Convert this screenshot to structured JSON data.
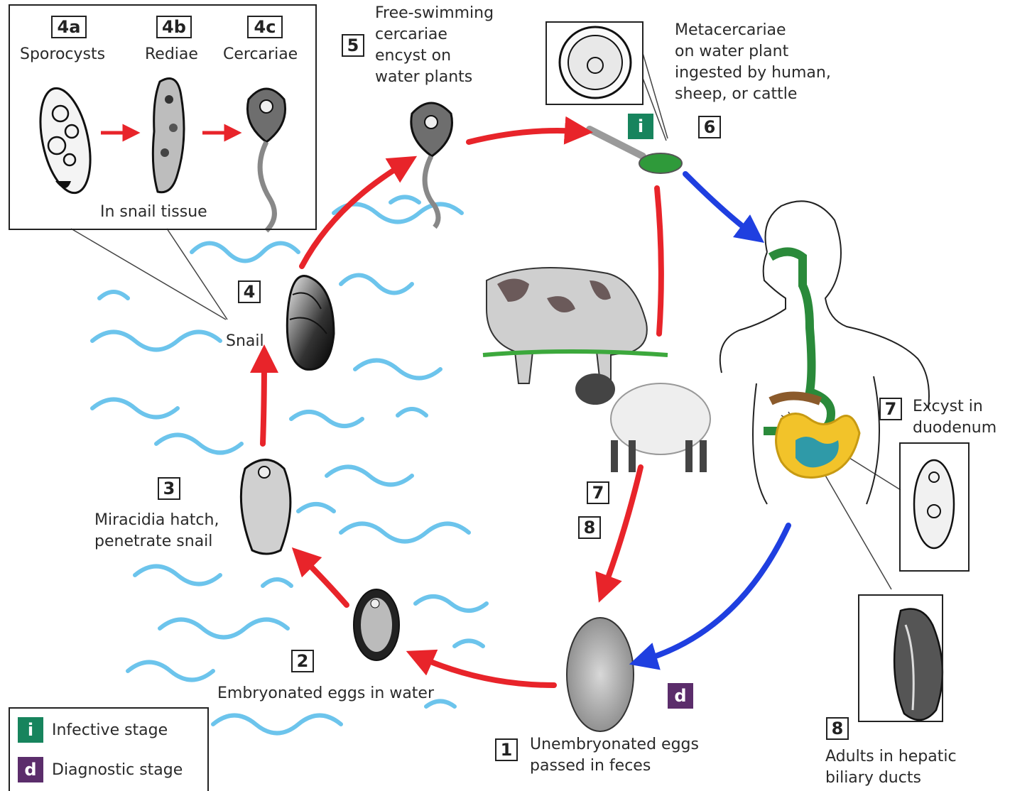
{
  "stages": {
    "s4a": {
      "number": "4a",
      "label": "Sporocysts"
    },
    "s4b": {
      "number": "4b",
      "label": "Rediae"
    },
    "s4c": {
      "number": "4c",
      "label": "Cercariae"
    },
    "snail_tissue": "In snail tissue",
    "s5": {
      "number": "5",
      "label_lines": [
        "Free-swimming",
        "cercariae",
        "encyst on",
        "water plants"
      ]
    },
    "s6": {
      "number": "6",
      "label_lines": [
        "Metacercariae",
        "on water plant",
        "ingested by human,",
        "sheep, or cattle"
      ]
    },
    "s4": {
      "number": "4",
      "label": "Snail"
    },
    "s3": {
      "number": "3",
      "label_lines": [
        "Miracidia hatch,",
        "penetrate snail"
      ]
    },
    "s2": {
      "number": "2",
      "label": "Embryonated eggs in water"
    },
    "s1": {
      "number": "1",
      "label_lines": [
        "Unembryonated eggs",
        "passed in feces"
      ]
    },
    "s7": {
      "number": "7",
      "label_lines": [
        "Excyst in",
        "duodenum"
      ]
    },
    "s8": {
      "number": "8",
      "label_lines": [
        "Adults in hepatic",
        "biliary ducts"
      ]
    },
    "animal_7": "7",
    "animal_8": "8"
  },
  "badges": {
    "infective": "i",
    "diagnostic": "d"
  },
  "legend": [
    {
      "letter": "i",
      "label": "Infective stage",
      "color": "#17845d"
    },
    {
      "letter": "d",
      "label": "Diagnostic stage",
      "color": "#5b2d6b"
    }
  ],
  "colors": {
    "red_arrow": "#e8242a",
    "blue_arrow": "#1f3fe0",
    "water": "#6cc4ec",
    "infective": "#17845d",
    "diagnostic": "#5b2d6b"
  }
}
